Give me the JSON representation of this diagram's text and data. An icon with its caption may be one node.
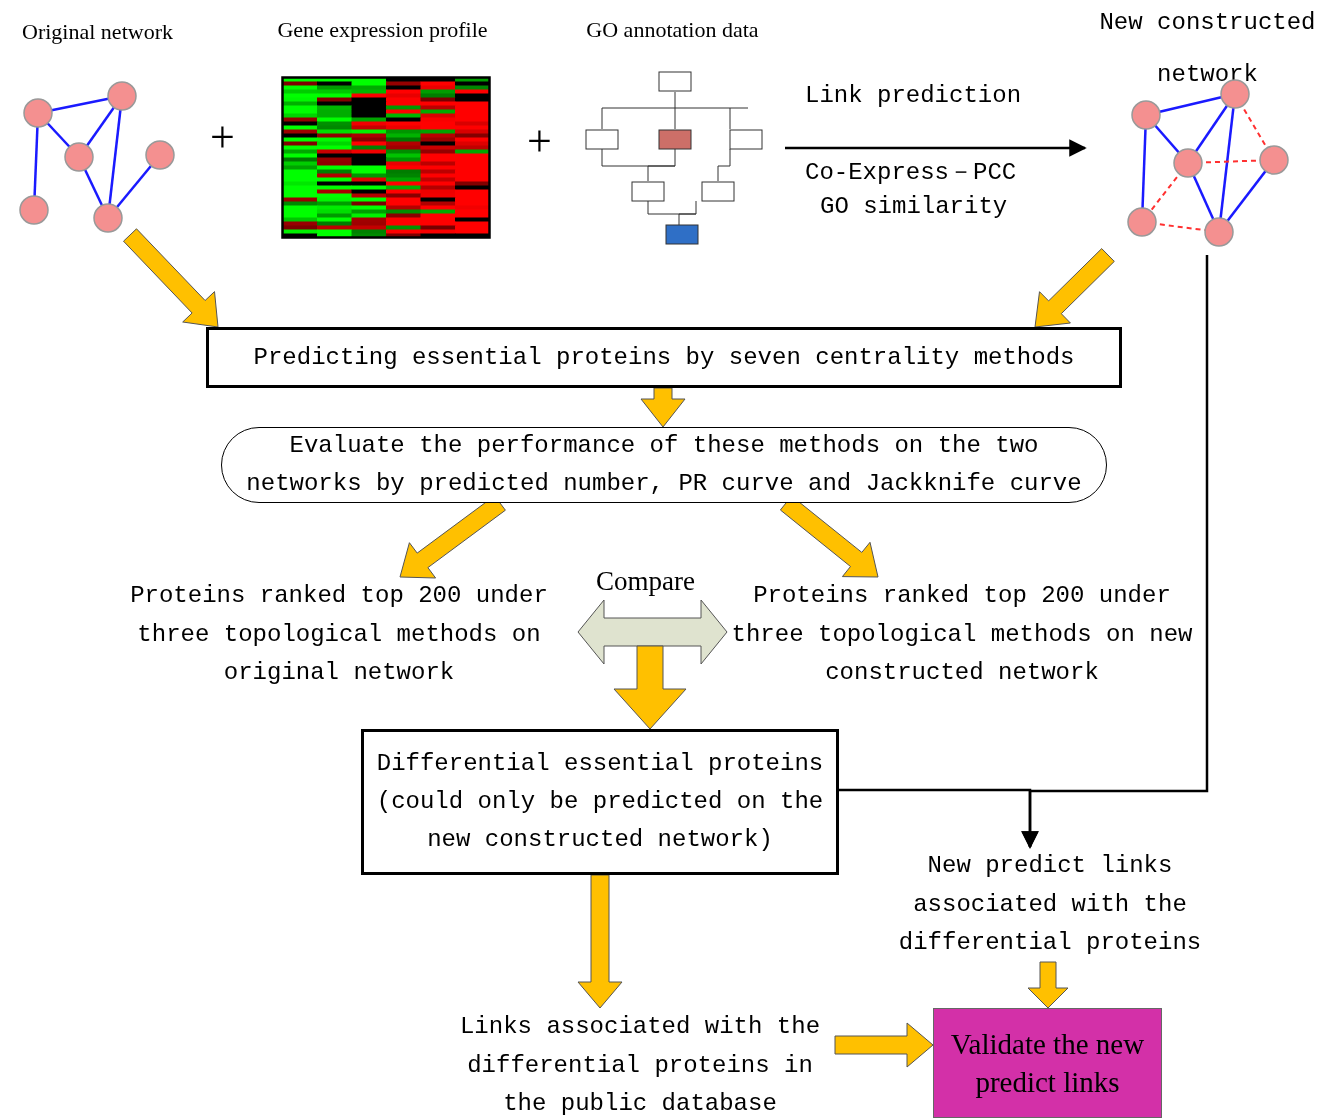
{
  "diagram": {
    "nodes": [
      {
        "text": [
          "Original network"
        ]
      },
      {
        "text": [
          "Gene expression profile"
        ]
      },
      {
        "text": [
          "GO annotation data"
        ]
      },
      {
        "text": [
          "New constructed network"
        ]
      },
      {
        "text": [
          "Predicting essential proteins by seven centrality methods"
        ]
      },
      {
        "text": [
          "Evaluate the performance of these methods on the two networks by predicted number, PR curve and Jackknife curve"
        ]
      },
      {
        "text": [
          "Proteins ranked top 200 under three topological methods on original network"
        ]
      },
      {
        "text": [
          "Proteins ranked top 200 under three topological methods on new constructed network"
        ]
      },
      {
        "text": [
          "Differential essential proteins (could only be predicted on the new constructed network)"
        ]
      },
      {
        "text": [
          "New predict links associated with the differential proteins"
        ]
      },
      {
        "text": [
          "Links associated with the differential proteins in the public database"
        ]
      },
      {
        "text": [
          "Validate the new predict links"
        ]
      }
    ],
    "edges": [
      {
        "from": 2,
        "to": 3,
        "arrow": "to",
        "label": "Link prediction",
        "color": "#000000"
      },
      {
        "from": 0,
        "to": 4,
        "arrow": "to",
        "style": "thick"
      },
      {
        "from": 3,
        "to": 4,
        "arrow": "to",
        "style": "thick"
      },
      {
        "from": 4,
        "to": 5,
        "arrow": "to",
        "style": "thick"
      },
      {
        "from": 5,
        "to": 6,
        "arrow": "to",
        "style": "thick"
      },
      {
        "from": 5,
        "to": 7,
        "arrow": "to",
        "style": "thick"
      },
      {
        "from": 6,
        "to": 7,
        "arrow": "both",
        "style": "thick",
        "label": "Compare",
        "color": "#dfe3cf"
      },
      {
        "from": null,
        "to": 8,
        "arrow": "to",
        "style": "thick"
      },
      {
        "from": 8,
        "to": 10,
        "arrow": "to",
        "style": "thick"
      },
      {
        "from": 10,
        "to": 11,
        "arrow": "to",
        "style": "thick"
      },
      {
        "from": 9,
        "to": 11,
        "arrow": "to",
        "style": "thick"
      },
      {
        "from": 3,
        "to": 9,
        "arrow": "to",
        "color": "#000000"
      },
      {
        "from": 8,
        "to": 9,
        "arrow": "to",
        "color": "#000000"
      }
    ],
    "labels": [
      "+",
      "+",
      "Co-Express－PCC",
      "GO similarity"
    ]
  }
}
